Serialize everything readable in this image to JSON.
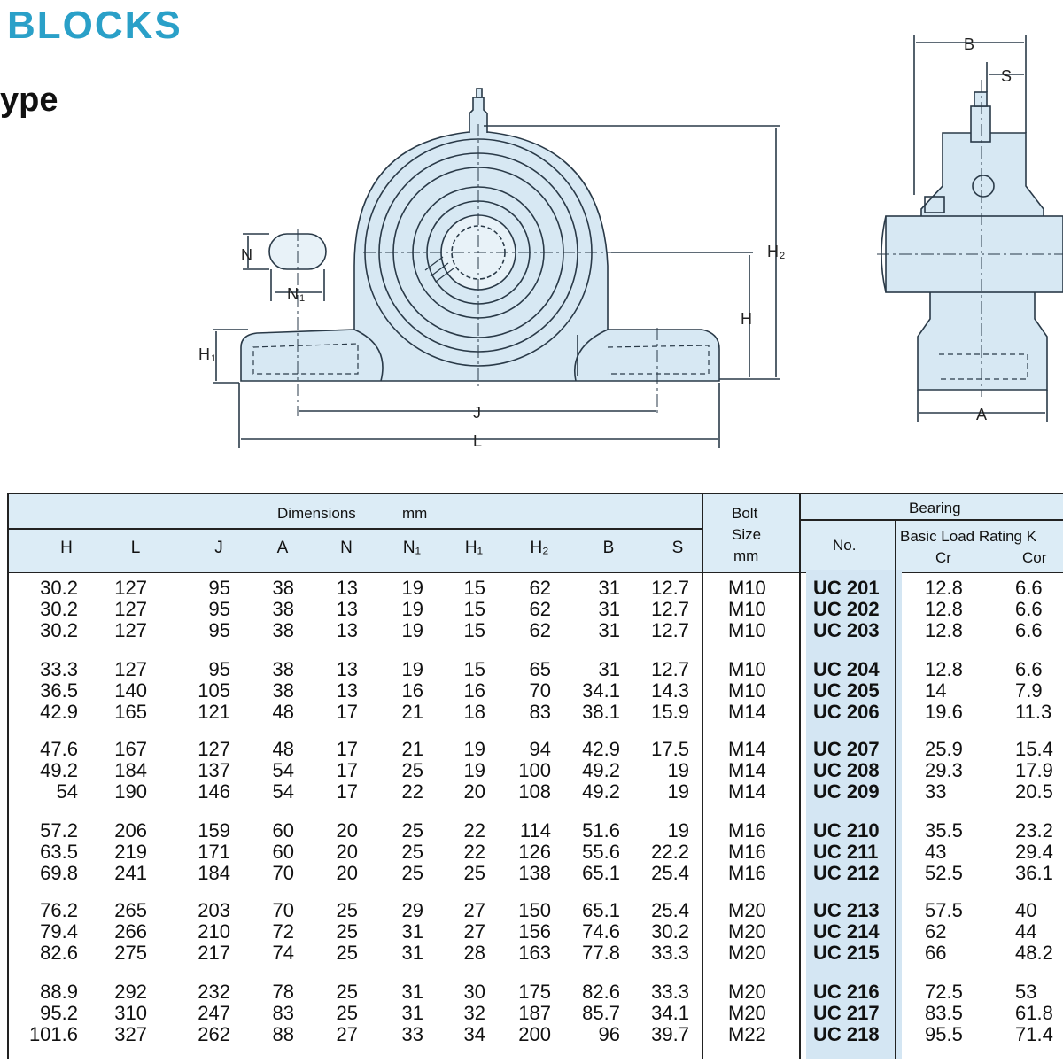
{
  "header": {
    "title": "BLOCKS",
    "subtitle": "ype"
  },
  "drawing": {
    "labels": {
      "N": "N",
      "N1": "N",
      "N1_sub": "1",
      "H1": "H",
      "H1_sub": "1",
      "H": "H",
      "H2": "H",
      "H2_sub": "2",
      "J": "J",
      "L": "L",
      "B": "B",
      "S": "S",
      "A": "A"
    },
    "colors": {
      "body": "#d7e8f3",
      "line": "#2a3a48"
    }
  },
  "table": {
    "dimensions_label": "Dimensions",
    "units_label": "mm",
    "bolt_label_1": "Bolt",
    "bolt_label_2": "Size",
    "bolt_label_3": "mm",
    "bearing_label": "Bearing",
    "no_label": "No.",
    "load_rating_label": "Basic Load Rating  K",
    "cr_label": "Cr",
    "cor_label": "Cor",
    "columns": [
      "H",
      "L",
      "J",
      "A",
      "N",
      "N₁",
      "H₁",
      "H₂",
      "B",
      "S"
    ],
    "groups": [
      [
        [
          "30.2",
          "127",
          "95",
          "38",
          "13",
          "19",
          "15",
          "62",
          "31",
          "12.7",
          "M10",
          "UC 201",
          "12.8",
          "6.6"
        ],
        [
          "30.2",
          "127",
          "95",
          "38",
          "13",
          "19",
          "15",
          "62",
          "31",
          "12.7",
          "M10",
          "UC 202",
          "12.8",
          "6.6"
        ],
        [
          "30.2",
          "127",
          "95",
          "38",
          "13",
          "19",
          "15",
          "62",
          "31",
          "12.7",
          "M10",
          "UC 203",
          "12.8",
          "6.6"
        ]
      ],
      [
        [
          "33.3",
          "127",
          "95",
          "38",
          "13",
          "19",
          "15",
          "65",
          "31",
          "12.7",
          "M10",
          "UC 204",
          "12.8",
          "6.6"
        ],
        [
          "36.5",
          "140",
          "105",
          "38",
          "13",
          "16",
          "16",
          "70",
          "34.1",
          "14.3",
          "M10",
          "UC 205",
          "14",
          "7.9"
        ],
        [
          "42.9",
          "165",
          "121",
          "48",
          "17",
          "21",
          "18",
          "83",
          "38.1",
          "15.9",
          "M14",
          "UC 206",
          "19.6",
          "11.3"
        ]
      ],
      [
        [
          "47.6",
          "167",
          "127",
          "48",
          "17",
          "21",
          "19",
          "94",
          "42.9",
          "17.5",
          "M14",
          "UC 207",
          "25.9",
          "15.4"
        ],
        [
          "49.2",
          "184",
          "137",
          "54",
          "17",
          "25",
          "19",
          "100",
          "49.2",
          "19",
          "M14",
          "UC 208",
          "29.3",
          "17.9"
        ],
        [
          "54",
          "190",
          "146",
          "54",
          "17",
          "22",
          "20",
          "108",
          "49.2",
          "19",
          "M14",
          "UC 209",
          "33",
          "20.5"
        ]
      ],
      [
        [
          "57.2",
          "206",
          "159",
          "60",
          "20",
          "25",
          "22",
          "114",
          "51.6",
          "19",
          "M16",
          "UC 210",
          "35.5",
          "23.2"
        ],
        [
          "63.5",
          "219",
          "171",
          "60",
          "20",
          "25",
          "22",
          "126",
          "55.6",
          "22.2",
          "M16",
          "UC 211",
          "43",
          "29.4"
        ],
        [
          "69.8",
          "241",
          "184",
          "70",
          "20",
          "25",
          "25",
          "138",
          "65.1",
          "25.4",
          "M16",
          "UC 212",
          "52.5",
          "36.1"
        ]
      ],
      [
        [
          "76.2",
          "265",
          "203",
          "70",
          "25",
          "29",
          "27",
          "150",
          "65.1",
          "25.4",
          "M20",
          "UC 213",
          "57.5",
          "40"
        ],
        [
          "79.4",
          "266",
          "210",
          "72",
          "25",
          "31",
          "27",
          "156",
          "74.6",
          "30.2",
          "M20",
          "UC 214",
          "62",
          "44"
        ],
        [
          "82.6",
          "275",
          "217",
          "74",
          "25",
          "31",
          "28",
          "163",
          "77.8",
          "33.3",
          "M20",
          "UC 215",
          "66",
          "48.2"
        ]
      ],
      [
        [
          "88.9",
          "292",
          "232",
          "78",
          "25",
          "31",
          "30",
          "175",
          "82.6",
          "33.3",
          "M20",
          "UC 216",
          "72.5",
          "53"
        ],
        [
          "95.2",
          "310",
          "247",
          "83",
          "25",
          "31",
          "32",
          "187",
          "85.7",
          "34.1",
          "M20",
          "UC 217",
          "83.5",
          "61.8"
        ],
        [
          "101.6",
          "327",
          "262",
          "88",
          "27",
          "33",
          "34",
          "200",
          "96",
          "39.7",
          "M22",
          "UC 218",
          "95.5",
          "71.4"
        ]
      ]
    ]
  }
}
